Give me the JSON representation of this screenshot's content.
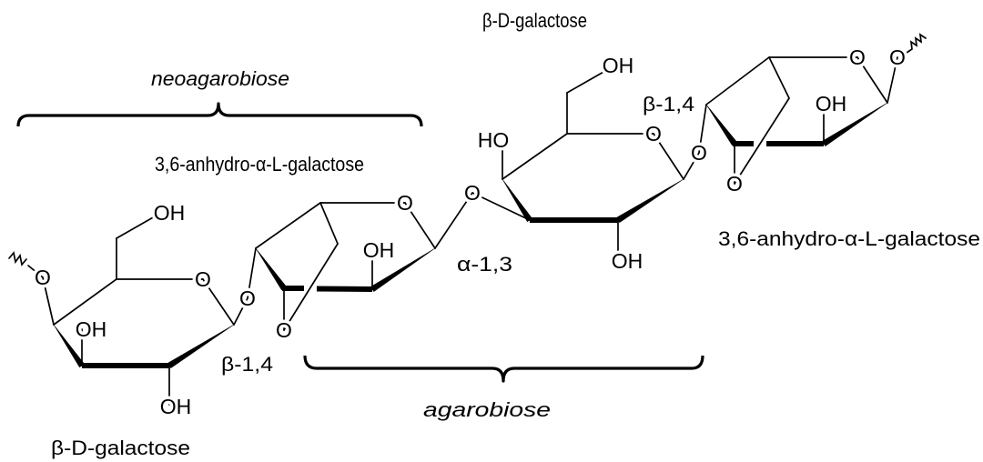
{
  "labels": {
    "beta_d_gal_top": "β-D-galactose",
    "neoagarobiose": "neoagarobiose",
    "anhydro_left": "3,6-anhydro-α-L-galactose",
    "beta14_upper": "β-1,4",
    "anhydro_right": "3,6-anhydro-α-L-galactose",
    "alpha13": "α-1,3",
    "beta14_lower": "β-1,4",
    "agarobiose": "agarobiose",
    "beta_d_gal_bottom": "β-D-galactose"
  },
  "atoms": {
    "o": "O",
    "oh": "OH",
    "ho": "HO"
  }
}
